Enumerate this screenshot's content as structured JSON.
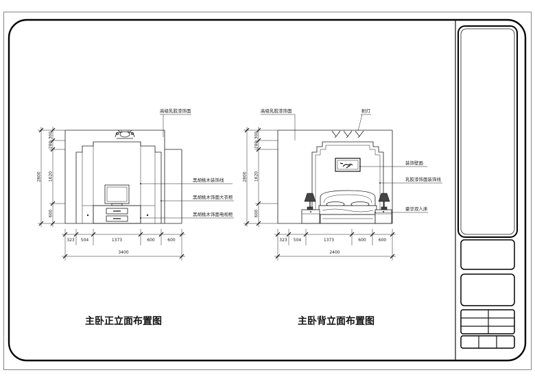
{
  "front": {
    "title": "主卧正立面布置图",
    "labels": {
      "wall_finish": "高级乳胶漆饰面",
      "trim": "黑胡桃木装饰线",
      "wardrobe": "黑胡桃木饰面大衣柜",
      "tv_cabinet": "黑胡桃木饰面电视柜"
    },
    "dims_v": {
      "total": "2800",
      "seg1": "300",
      "seg2": "280",
      "seg3": "1620",
      "seg4": "600"
    },
    "dims_h": [
      "323",
      "504",
      "1373",
      "600",
      "600"
    ],
    "dim_total": "3400"
  },
  "back": {
    "title": "主卧背立面布置图",
    "labels": {
      "wall_finish": "高级乳胶漆饰面",
      "spotlight": "射灯",
      "painting": "装饰壁画",
      "trim": "乳胶漆饰面装饰线",
      "bed": "豪华双人床"
    },
    "dims_v": {
      "total": "2800",
      "seg1": "300",
      "seg2": "280",
      "seg3": "1620",
      "seg4": "600"
    },
    "dims_h": [
      "323",
      "504",
      "1373",
      "600",
      "600"
    ],
    "dim_total": "2400"
  }
}
